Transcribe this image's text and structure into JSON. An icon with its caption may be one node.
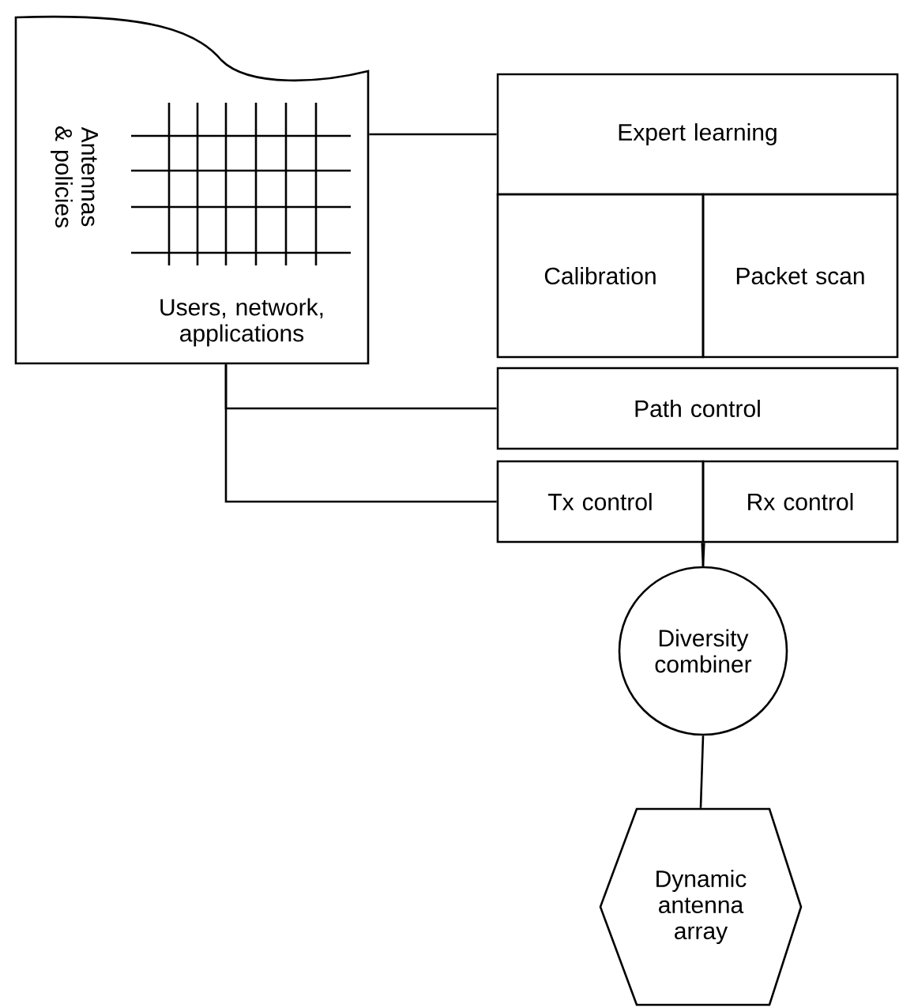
{
  "diagram": {
    "nodes": [
      {
        "text": [
          "Antennas & policies",
          "Users, network, applications"
        ]
      },
      {
        "text": [
          "Expert learning"
        ]
      },
      {
        "text": [
          "Calibration"
        ]
      },
      {
        "text": [
          "Packet scan"
        ]
      },
      {
        "text": [
          "Path control"
        ]
      },
      {
        "text": [
          "Tx control"
        ]
      },
      {
        "text": [
          "Rx control"
        ]
      },
      {
        "text": [
          "Diversity combiner"
        ]
      },
      {
        "text": [
          "Dynamic antenna array"
        ]
      }
    ],
    "edges": [
      {
        "from": 0,
        "to": 1,
        "arrow": "none"
      },
      {
        "from": 0,
        "to": 4,
        "arrow": "none"
      },
      {
        "from": 0,
        "to": 5,
        "arrow": "none"
      },
      {
        "from": 5,
        "to": 7,
        "arrow": "none"
      },
      {
        "from": 6,
        "to": 7,
        "arrow": "none"
      },
      {
        "from": 7,
        "to": 8,
        "arrow": "none"
      }
    ]
  }
}
